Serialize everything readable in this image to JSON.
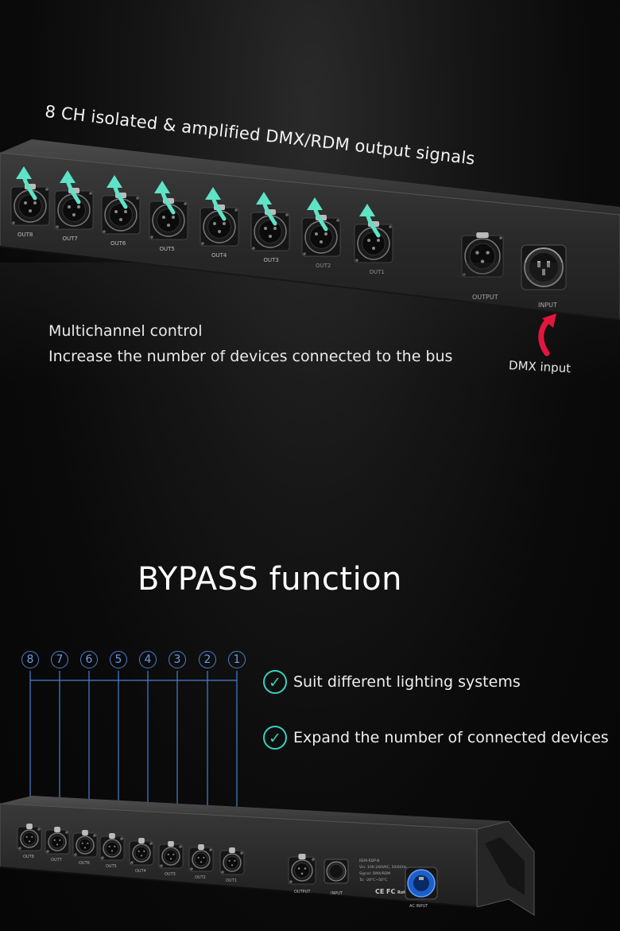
{
  "headline": "8 CH isolated & amplified DMX/RDM output signals",
  "multichannel": {
    "title": "Multichannel control",
    "description": "Increase the number of devices connected to the bus"
  },
  "dmx_input_label": "DMX input",
  "top_device": {
    "outputs": [
      "OUT8",
      "OUT7",
      "OUT6",
      "OUT5",
      "OUT4",
      "OUT3",
      "OUT2",
      "OUT1"
    ],
    "output_label": "OUTPUT",
    "input_label": "INPUT"
  },
  "bypass_title": "BYPASS function",
  "channel_numbers": [
    "8",
    "7",
    "6",
    "5",
    "4",
    "3",
    "2",
    "1"
  ],
  "features": [
    {
      "label": "Suit different lighting systems"
    },
    {
      "label": "Expand the number of connected devices"
    }
  ],
  "bottom_device": {
    "outputs": [
      "OUT8",
      "OUT7",
      "OUT6",
      "OUT5",
      "OUT4",
      "OUT3",
      "OUT2",
      "OUT1"
    ],
    "output_label": "OUTPUT",
    "input_label": "INPUT",
    "ac_input_label": "AC INPUT",
    "spec_lines": [
      "REM-RDP-8",
      "Vin: 100-240VAC, 50/60Hz",
      "Signal: DMX/RDM",
      "Ta: -20°C~50°C"
    ],
    "cert_marks": [
      "CE",
      "FC",
      "RoHS"
    ]
  },
  "colors": {
    "arrow_teal": "#5fe3c6",
    "arrow_red": "#e3163e",
    "check_teal": "#35d1c0",
    "line_blue": "#4a7fd1"
  }
}
